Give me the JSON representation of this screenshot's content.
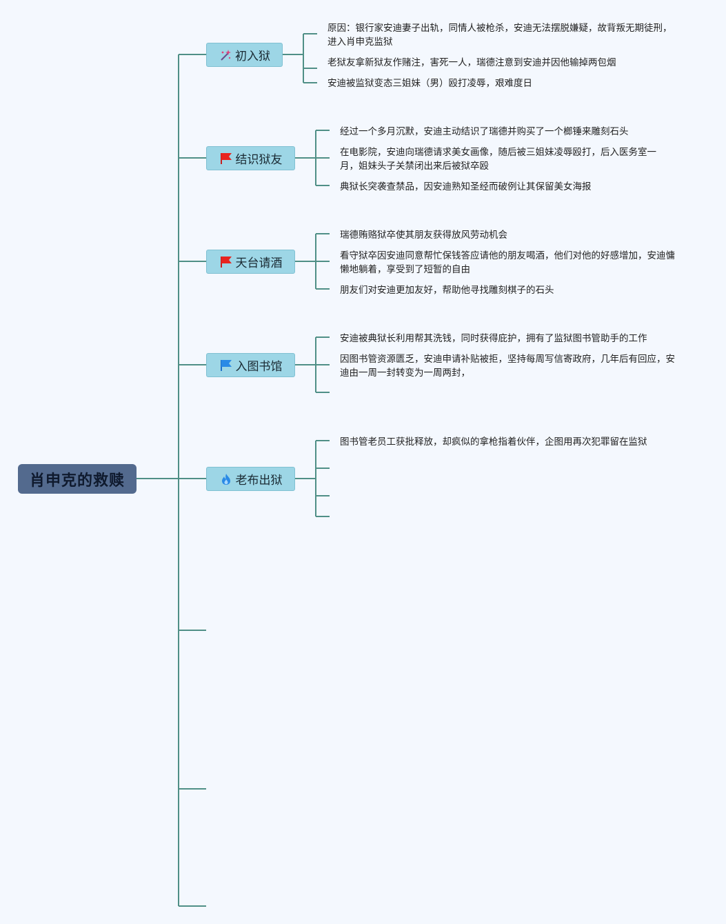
{
  "root": {
    "label": "肖申克的救赎"
  },
  "branches": [
    {
      "label": "初入狱",
      "icon": "wand-sparkle-icon",
      "leaves": [
        "原因：银行家安迪妻子出轨，同情人被枪杀，安迪无法摆脱嫌疑，故背叛无期徒刑，进入肖申克监狱",
        "老狱友拿新狱友作赌注，害死一人，瑞德注意到安迪并因他输掉两包烟",
        "安迪被监狱变态三姐妹（男）殴打凌辱，艰难度日"
      ]
    },
    {
      "label": "结识狱友",
      "icon": "red-flag-icon",
      "leaves": [
        "经过一个多月沉默，安迪主动结识了瑞德并购买了一个榔锤来雕刻石头",
        "在电影院，安迪向瑞德请求美女画像，随后被三姐妹凌辱殴打，后入医务室一月，姐妹头子关禁闭出来后被狱卒殴",
        "典狱长突袭查禁品，因安迪熟知圣经而破例让其保留美女海报"
      ]
    },
    {
      "label": "天台请酒",
      "icon": "red-flag-icon",
      "leaves": [
        "瑞德贿赂狱卒使其朋友获得放风劳动机会",
        "看守狱卒因安迪同意帮忙保钱答应请他的朋友喝酒，他们对他的好感增加，安迪慵懒地躺着，享受到了短暂的自由",
        "朋友们对安迪更加友好，帮助他寻找雕刻棋子的石头"
      ]
    },
    {
      "label": "入图书馆",
      "icon": "blue-flag-icon",
      "leaves": [
        "安迪被典狱长利用帮其洗钱，同时获得庇护，拥有了监狱图书管助手的工作",
        "因图书管资源匮乏，安迪申请补贴被拒，坚持每周写信寄政府，几年后有回应，安迪由一周一封转变为一周两封，",
        ""
      ]
    },
    {
      "label": "老布出狱",
      "icon": "flame-icon",
      "leaves": [
        "图书管老员工获批释放，却疯似的拿枪指着伙伴，企图用再次犯罪留在监狱",
        "",
        "",
        ""
      ]
    }
  ]
}
